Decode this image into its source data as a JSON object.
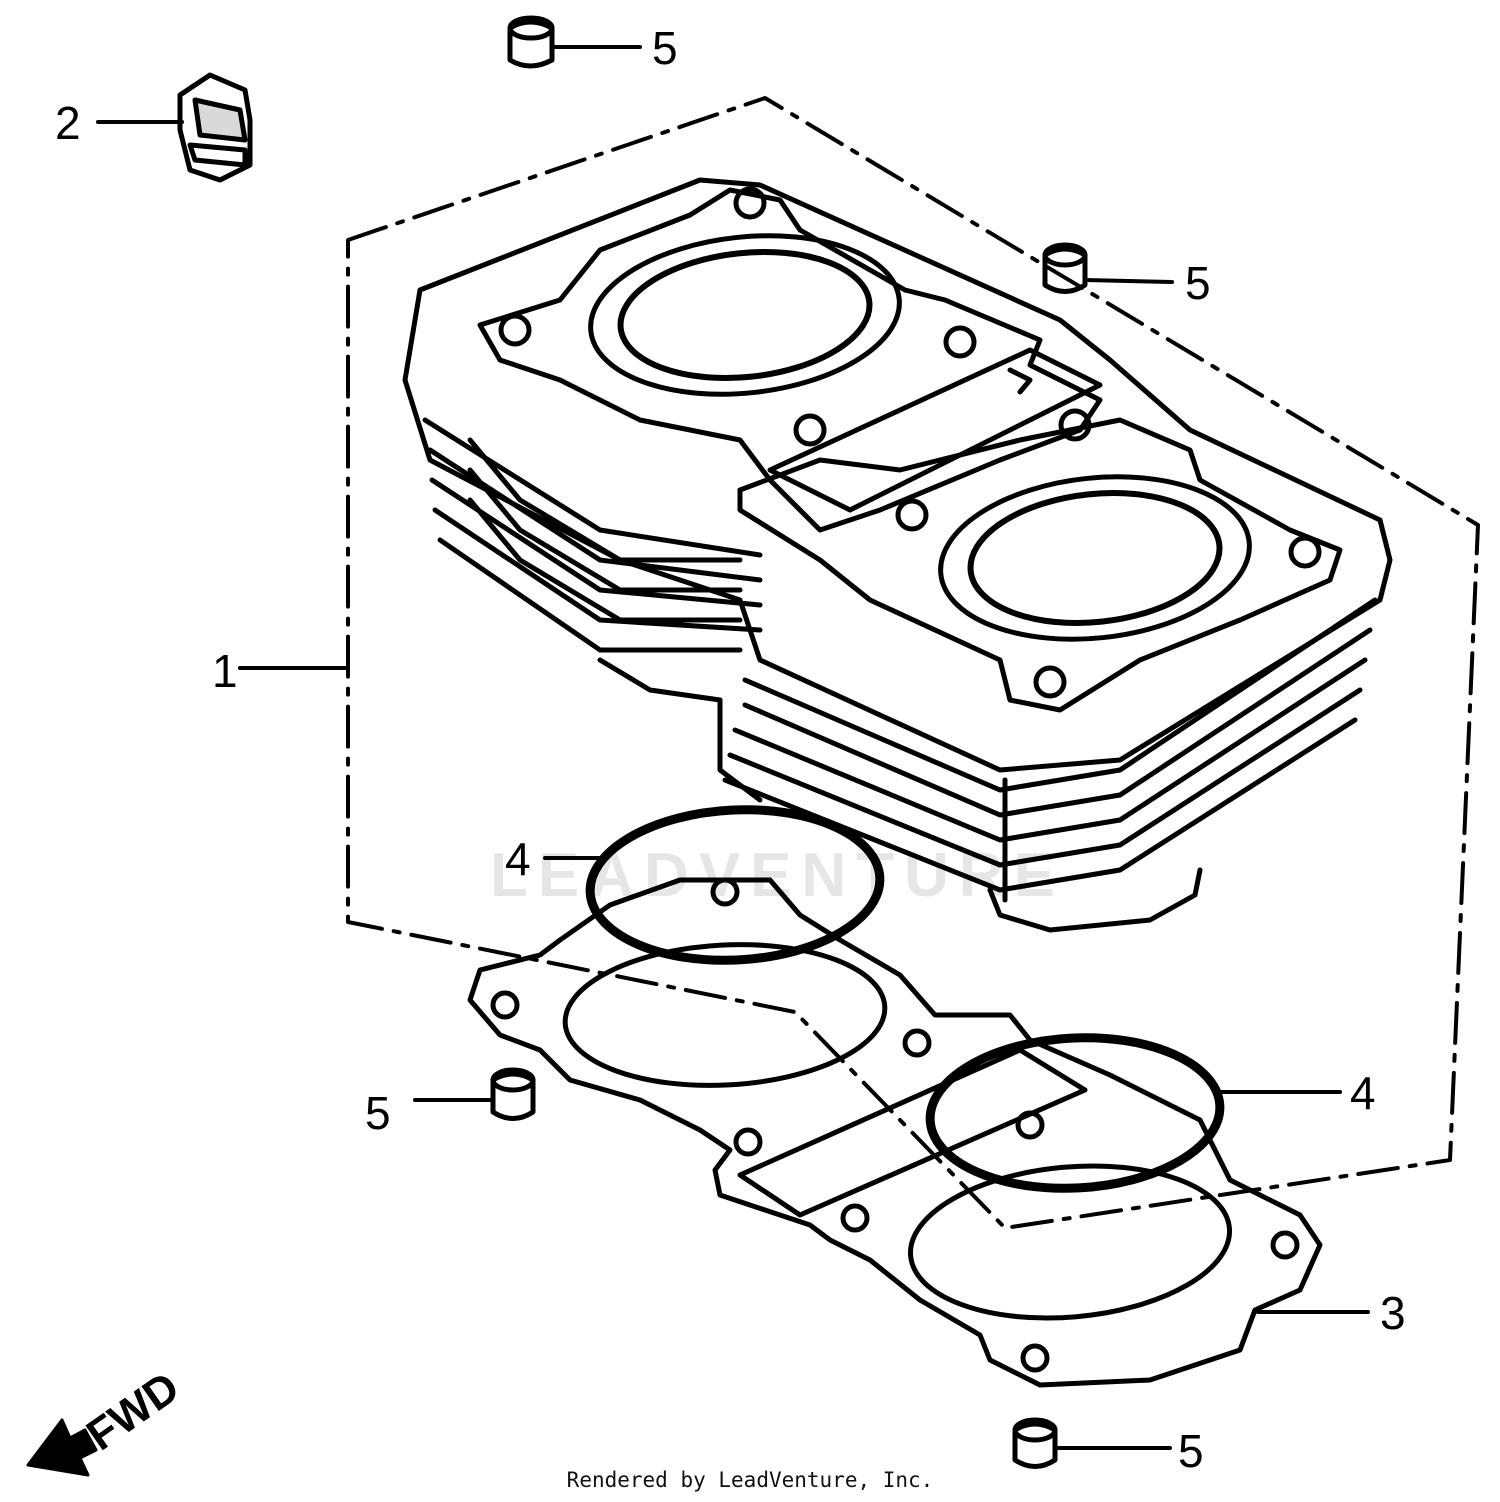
{
  "callouts": {
    "c1": "1",
    "c2": "2",
    "c3": "3",
    "c4a": "4",
    "c4b": "4",
    "c5a": "5",
    "c5b": "5",
    "c5c": "5",
    "c5d": "5"
  },
  "direction_label": "FWD",
  "watermark": "LEADVENTURE",
  "credit": "Rendered by LeadVenture, Inc."
}
